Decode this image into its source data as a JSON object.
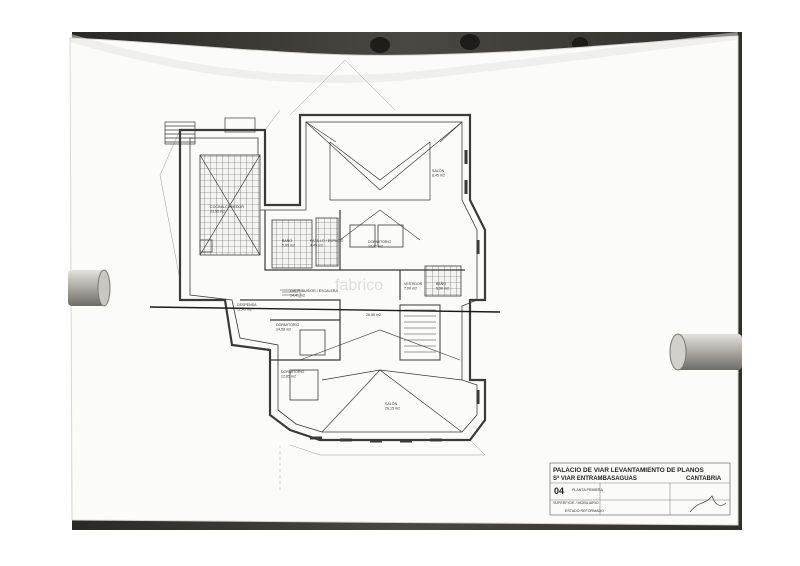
{
  "title_block": {
    "line1": "PALACIO DE VIAR LEVANTAMIENTO DE PLANOS",
    "line2": "Sª VIAR ENTRAMBASAGUAS",
    "region": "CANTABRIA",
    "sheet_number": "04",
    "sheet_title": "PLANTA PRIMERA",
    "surface_label": "SUPERFICIE / MOBILIARIO",
    "state_label": "ESTADO REFORMADO"
  },
  "rooms": {
    "cocina": "COCINA-COMEDOR\n23,55 m2",
    "bano": "BAÑO\n5,65 m2",
    "pasillo": "PASILLO / ESPACIO\n4,45 m2",
    "dormitorio1": "DORMITORIO\n12,30 m2",
    "salon_small": "SALÓN\n8,45 m2",
    "vestidor": "VESTIDOR\n7,00 m2",
    "bano2": "BAÑO\n5,50 m2",
    "distribuidor": "DISTRIBUIDOR / ESCALERA\n14,41 m2",
    "despensa": "DESPENSA\n11,45 m2",
    "hall": "26,55 m2",
    "dormitorio2": "DORMITORIO\n14,58 m2",
    "dormitorio3": "DORMITORIO\n12,85 m2",
    "salon": "SALÓN\n26,15 m2"
  },
  "colors": {
    "background": "#ffffff",
    "wall_top": "#3a3833",
    "paper": "#fbfbf9",
    "tube": "#b9b7b0",
    "ink": "#3a3a3a"
  }
}
